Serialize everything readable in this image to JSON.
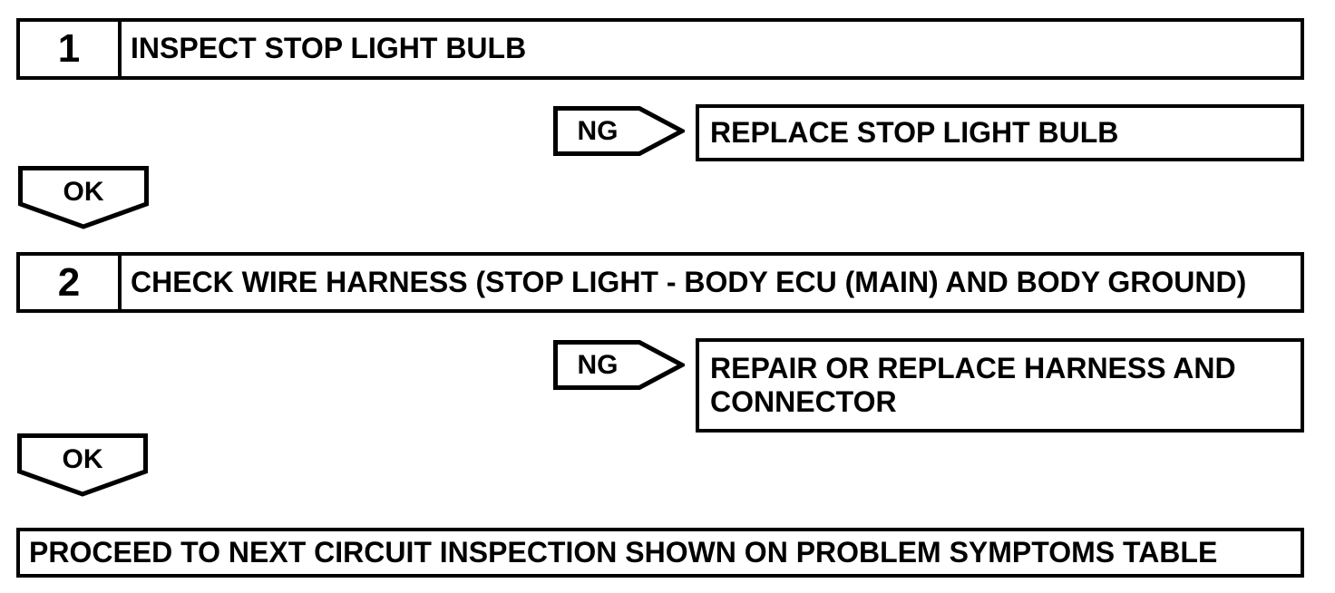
{
  "diagram": {
    "kind": "troubleshooting-flowchart",
    "colors": {
      "ink": "#000000",
      "background": "#ffffff"
    }
  },
  "steps": [
    {
      "number": "1",
      "title": "INSPECT STOP LIGHT BULB",
      "ng_label": "NG",
      "ng_result": "REPLACE STOP LIGHT BULB",
      "ok_label": "OK"
    },
    {
      "number": "2",
      "title": "CHECK WIRE HARNESS (STOP LIGHT - BODY ECU (MAIN) AND BODY GROUND)",
      "ng_label": "NG",
      "ng_result": "REPAIR OR REPLACE HARNESS AND CONNECTOR",
      "ok_label": "OK"
    }
  ],
  "final": {
    "text": "PROCEED TO NEXT CIRCUIT INSPECTION SHOWN ON PROBLEM SYMPTOMS TABLE"
  }
}
